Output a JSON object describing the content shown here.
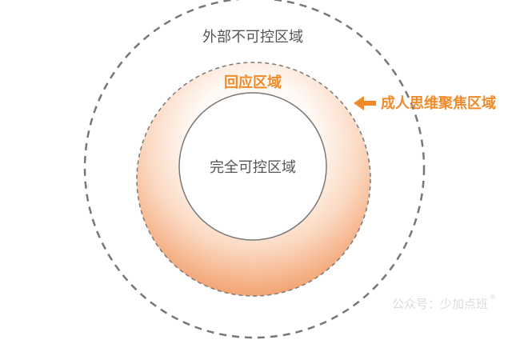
{
  "diagram": {
    "outer_zone_label": "外部不可控区域",
    "middle_zone_label": "回应区域",
    "inner_zone_label": "完全可控区域",
    "focus_callout_label": "成人思维聚焦区域",
    "watermark": "公众号：少加点班",
    "registered_mark": "®"
  },
  "colors": {
    "outer_dash": "#777777",
    "middle_dash": "#7a7a7a",
    "inner_stroke": "#777777",
    "ring_light": "#fdf3ec",
    "ring_dark": "#ee9a6a",
    "accent_orange": "#f08a2a",
    "label_gray": "#555555",
    "watermark_gray": "#dcdcdc"
  }
}
